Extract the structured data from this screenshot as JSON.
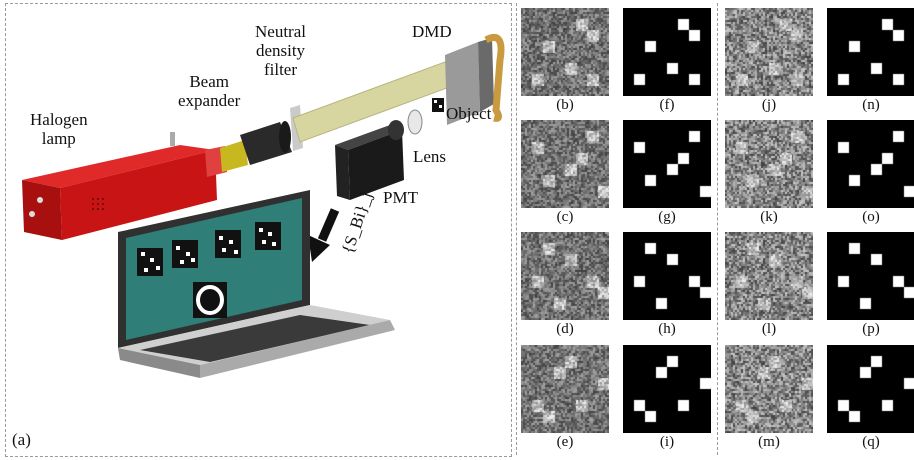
{
  "setup": {
    "label_halogen_line1": "Halogen",
    "label_halogen_line2": "lamp",
    "label_beam_line1": "Beam",
    "label_beam_line2": "expander",
    "label_nd_line1": "Neutral",
    "label_nd_line2": "density",
    "label_nd_line3": "filter",
    "label_dmd": "DMD",
    "label_object": "Object",
    "label_lens": "Lens",
    "label_pmt": "PMT",
    "label_signal": "{S_Bi}_j",
    "panel_label": "(a)"
  },
  "colors": {
    "lamp_red": "#c81414",
    "screen_teal": "#2f7e78",
    "filter_tube": "#d8d6a0"
  },
  "grid": {
    "sublabels": [
      "(b)",
      "(f)",
      "(j)",
      "(n)",
      "(c)",
      "(g)",
      "(k)",
      "(o)",
      "(d)",
      "(h)",
      "(l)",
      "(p)",
      "(e)",
      "(i)",
      "(m)",
      "(q)"
    ]
  }
}
